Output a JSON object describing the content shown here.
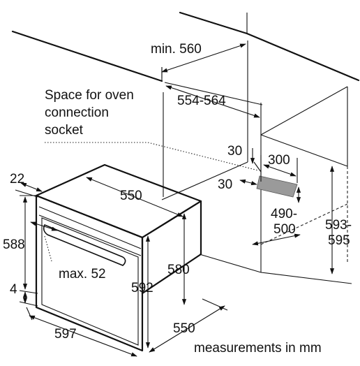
{
  "labels": {
    "min_560": "min. 560",
    "d_554_564": "554-564",
    "socket_line1": "Space for oven",
    "socket_line2": "connection",
    "socket_line3": "socket",
    "d_30_vertical": "30",
    "d_300": "300",
    "d_30_horizontal": "30",
    "d_22": "22",
    "d_550_top": "550",
    "d_490_500_line1": "490-",
    "d_490_500_line2": "500",
    "d_593_595_line1": "593-",
    "d_593_595_line2": "595",
    "d_588": "588",
    "d_max_52": "max. 52",
    "d_580": "580",
    "d_592": "592",
    "d_4": "4",
    "d_597": "597",
    "d_550_side": "550",
    "units_note": "measurements in mm"
  },
  "colors": {
    "line": "#111111",
    "socket_fill": "#9a9a9a",
    "background": "#ffffff"
  }
}
